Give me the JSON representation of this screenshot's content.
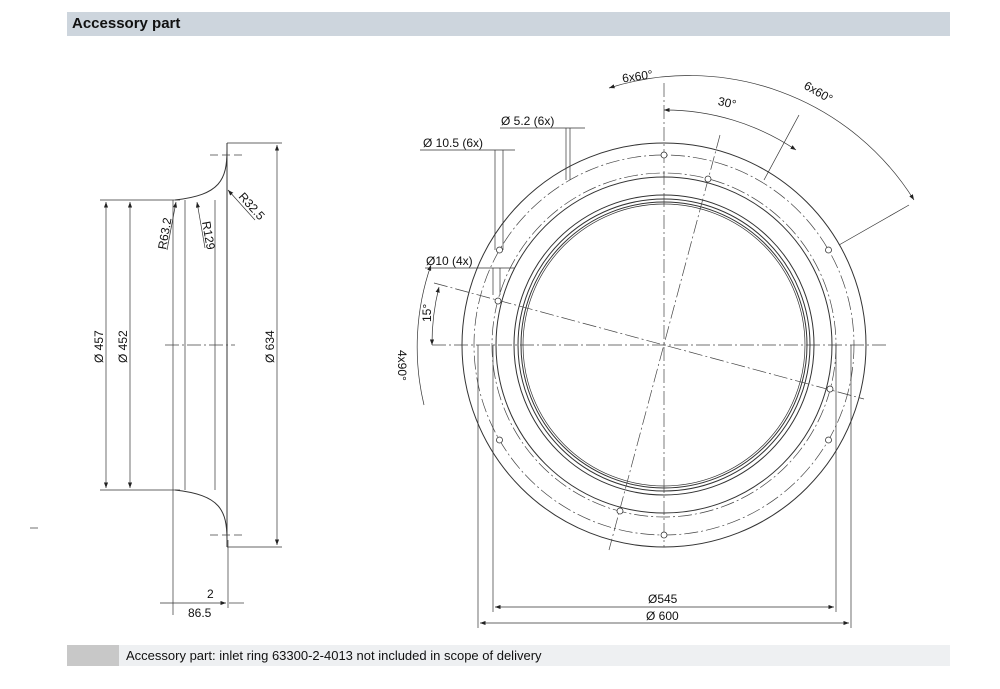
{
  "header": {
    "title": "Accessory part"
  },
  "side_view": {
    "dims": {
      "d457": "Ø 457",
      "d452": "Ø 452",
      "d634": "Ø 634",
      "r63": "R63.2",
      "r129": "R129",
      "r32": "R32.5",
      "t2": "2",
      "w86": "86.5"
    }
  },
  "front_view": {
    "dims": {
      "a1": "6x60°",
      "a2": "6x60°",
      "a30": "30°",
      "h52": "Ø 5.2 (6x)",
      "h105": "Ø 10.5 (6x)",
      "h10": "Ø10 (4x)",
      "a15": "15°",
      "a4x90": "4x90°",
      "d545": "Ø545",
      "d600": "Ø 600"
    }
  },
  "footer": {
    "note": "Accessory part: inlet ring 63300-2-4013 not included in scope of delivery"
  }
}
